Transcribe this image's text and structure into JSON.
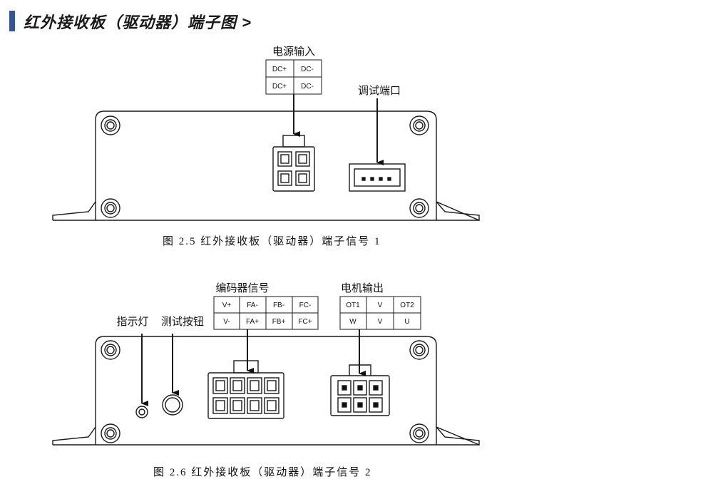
{
  "header": {
    "title": "红外接收板（驱动器）端子图 >"
  },
  "figure1": {
    "power_label": "电源输入",
    "power_table": [
      [
        "DC+",
        "DC-"
      ],
      [
        "DC+",
        "DC-"
      ]
    ],
    "debug_label": "调试端口",
    "caption": "图 2.5 红外接收板（驱动器）端子信号 1"
  },
  "figure2": {
    "indicator_label": "指示灯",
    "test_button_label": "测试按钮",
    "encoder_label": "编码器信号",
    "encoder_table": [
      [
        "V+",
        "FA-",
        "FB-",
        "FC-"
      ],
      [
        "V-",
        "FA+",
        "FB+",
        "FC+"
      ]
    ],
    "motor_label": "电机输出",
    "motor_table": [
      [
        "OT1",
        "V",
        "OT2"
      ],
      [
        "W",
        "V",
        "U"
      ]
    ],
    "caption": "图 2.6 红外接收板（驱动器）端子信号 2"
  },
  "colors": {
    "accent": "#2f55a4",
    "line": "#1a1a1a"
  }
}
